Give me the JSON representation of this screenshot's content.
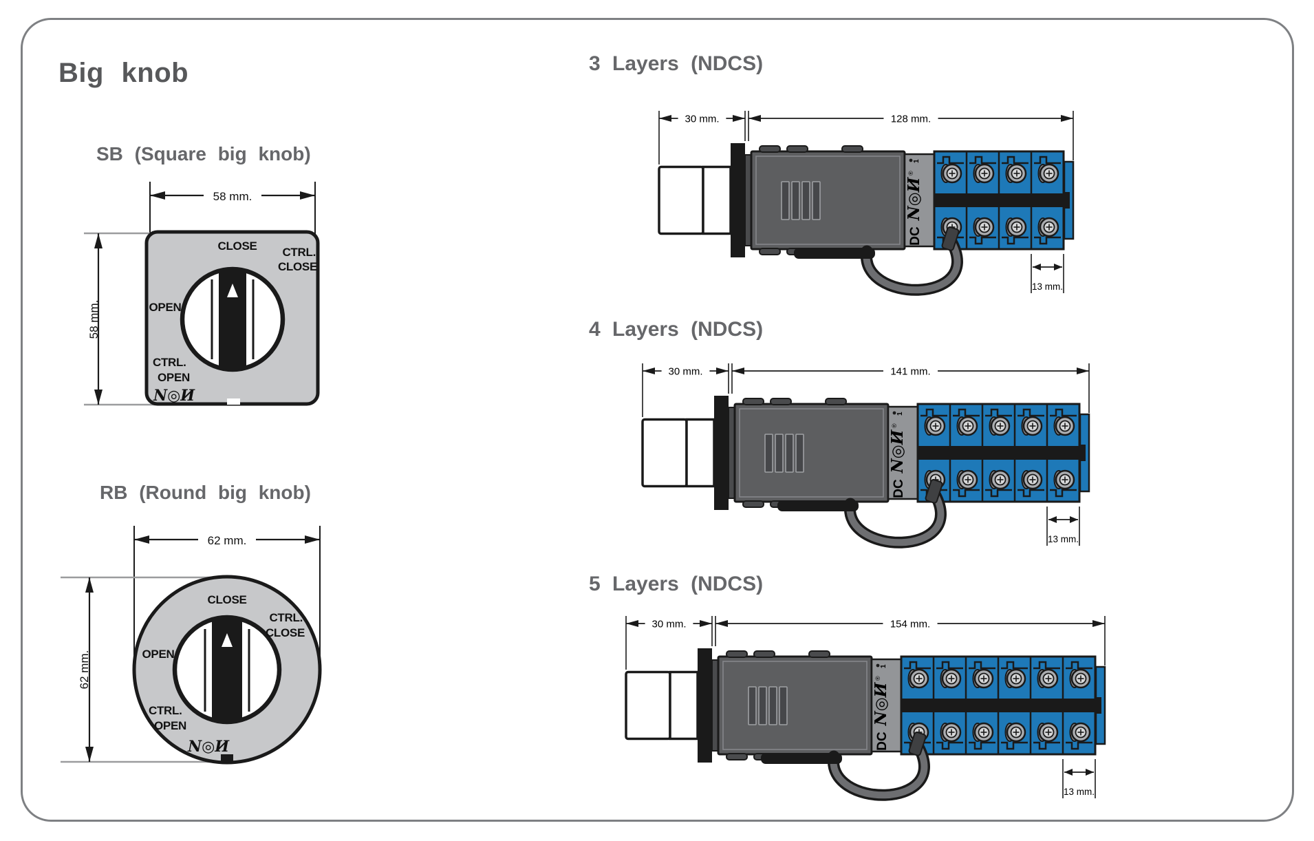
{
  "page": {
    "title": "Big knob"
  },
  "brand": {
    "logo": "N◎И",
    "registered": "®",
    "dc_label": "DC",
    "terminal_mark": "1"
  },
  "knob_labels": {
    "close": "CLOSE",
    "open": "OPEN",
    "ctrl_close": [
      "CTRL.",
      "CLOSE"
    ],
    "ctrl_open": [
      "CTRL.",
      "OPEN"
    ]
  },
  "square_knob": {
    "heading": "SB (Square big knob)",
    "width_dim": "58 mm.",
    "height_dim": "58 mm."
  },
  "round_knob": {
    "heading": "RB (Round big knob)",
    "width_dim": "62 mm.",
    "height_dim": "62 mm."
  },
  "assemblies": {
    "rows": [
      {
        "heading": "3 Layers (NDCS)",
        "knob_dim": "30 mm.",
        "length_dim": "128 mm.",
        "pitch_dim": "13 mm.",
        "terminal_columns": 4
      },
      {
        "heading": "4 Layers (NDCS)",
        "knob_dim": "30 mm.",
        "length_dim": "141 mm.",
        "pitch_dim": "13 mm.",
        "terminal_columns": 5
      },
      {
        "heading": "5 Layers (NDCS)",
        "knob_dim": "30 mm.",
        "length_dim": "154 mm.",
        "pitch_dim": "13 mm.",
        "terminal_columns": 6
      }
    ]
  },
  "colors": {
    "accent_blue": "#1e79b8",
    "body_gray": "#5d5e60",
    "panel_gray": "#c7c8ca",
    "nova_gray": "#939598",
    "heading_gray": "#66676a",
    "line_black": "#1a1a1a",
    "cable_gray": "#6d6e71"
  }
}
